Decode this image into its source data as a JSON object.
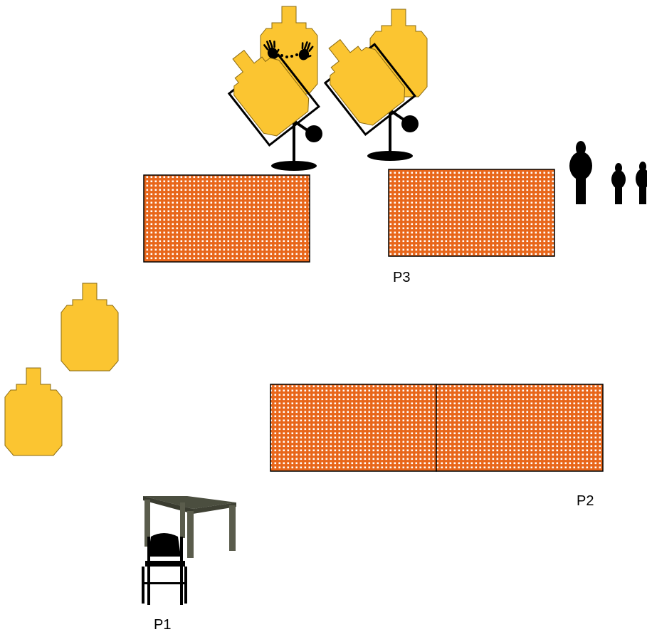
{
  "colors": {
    "target_fill": "#FBC531",
    "target_stroke": "#8A6A12",
    "wall_orange": "#E8661A",
    "wall_dot": "#FFFFFF",
    "silhouette": "#000000",
    "table_top": "#4B4E3F",
    "table_leg": "#5A5C4C"
  },
  "icons": {
    "targets": "ipsc-cardboard-target-icon",
    "swinger": "swinging-target-icon",
    "hands": "no-shoot-hands-icon",
    "popper": "popper-steel-icon",
    "wall": "vision-barrier-wall-icon",
    "table": "table-icon",
    "chair": "folding-chair-icon"
  },
  "labels": {
    "p1": "P1",
    "p2": "P2",
    "p3": "P3"
  }
}
